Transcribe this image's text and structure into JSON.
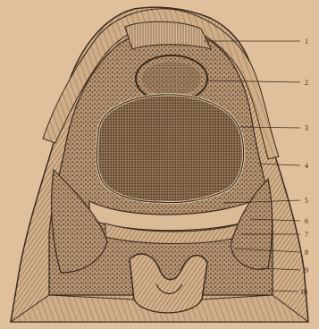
{
  "figure": {
    "paper_color": "#e0c09c",
    "ink_color": "#3b2a1a",
    "labels": [
      {
        "id": "1",
        "text": "1"
      },
      {
        "id": "2",
        "text": "2"
      },
      {
        "id": "3",
        "text": "3"
      },
      {
        "id": "4",
        "text": "4"
      },
      {
        "id": "5",
        "text": "5"
      },
      {
        "id": "6",
        "text": "6"
      },
      {
        "id": "7",
        "text": "7"
      },
      {
        "id": "8",
        "text": "8"
      },
      {
        "id": "9",
        "text": "9"
      },
      {
        "id": "10",
        "text": "10"
      }
    ]
  }
}
